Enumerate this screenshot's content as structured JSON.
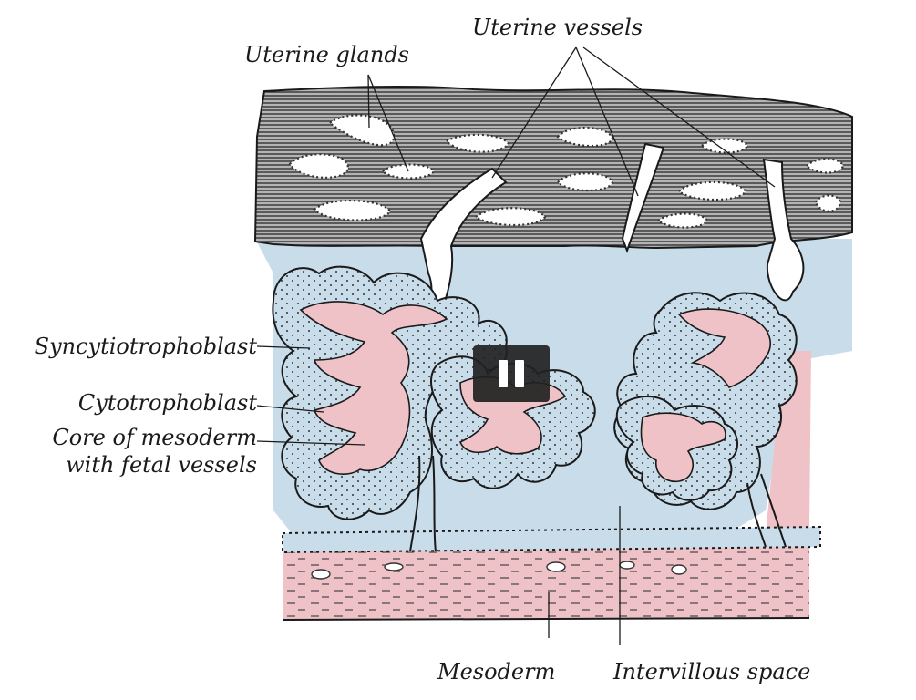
{
  "labels": {
    "uterine_vessels": "Uterine vessels",
    "uterine_glands": "Uterine glands",
    "syncytiotrophoblast": "Syncytiotrophoblast",
    "cytotrophoblast": "Cytotrophoblast",
    "core_line1": "Core of mesoderm",
    "core_line2": "with fetal vessels",
    "mesoderm": "Mesoderm",
    "intervillous_space": "Intervillous space"
  },
  "overlay": {
    "icon": "pause-icon"
  },
  "colors": {
    "decidua": "#8a8a8a",
    "blood_space": "#c9dcea",
    "chorionic_pink": "#efc2c8",
    "line": "#1a1a1a"
  }
}
